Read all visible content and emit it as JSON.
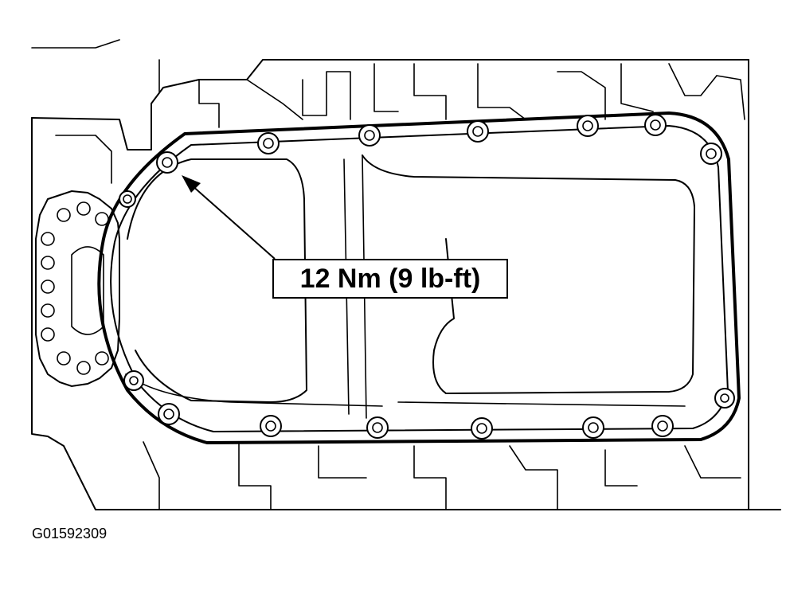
{
  "callout": {
    "torque_text": "12 Nm (9 lb-ft)"
  },
  "figure_code": "G01592309",
  "components": [
    "oil-pan",
    "pan-bolt",
    "timing-sprocket",
    "engine-block"
  ]
}
